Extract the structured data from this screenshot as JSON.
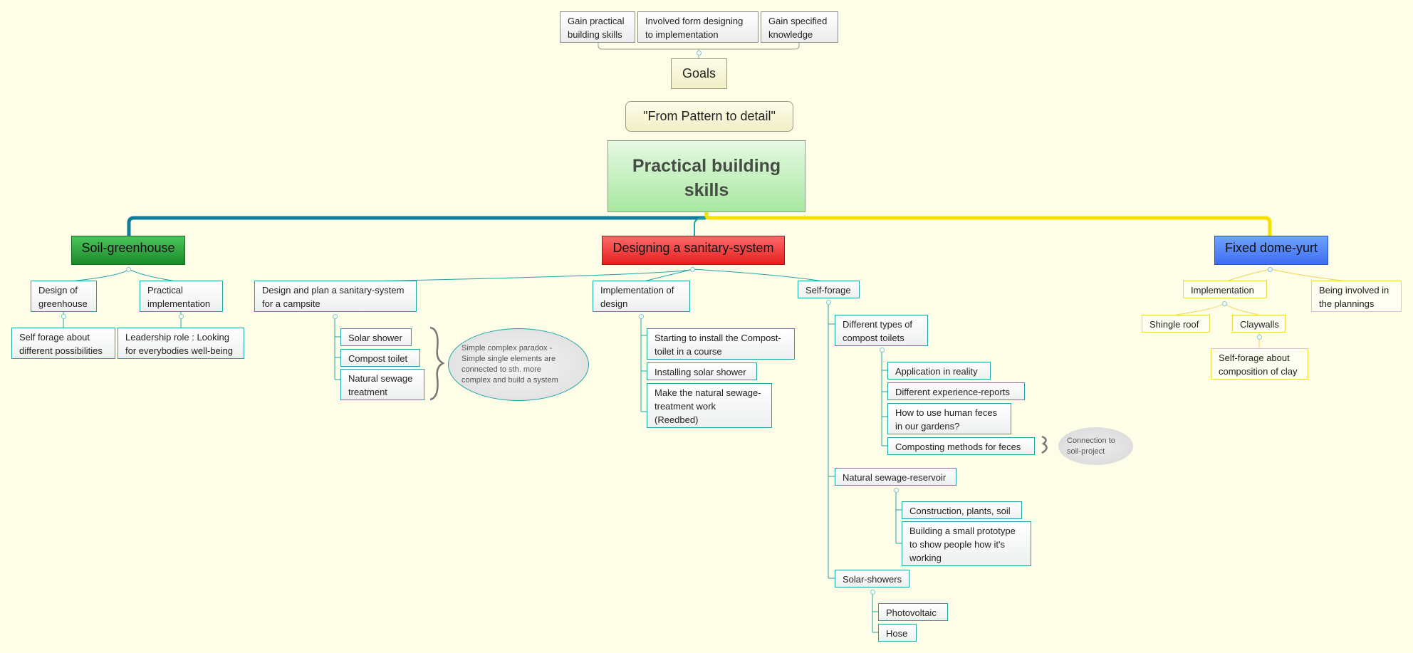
{
  "goals": {
    "items": [
      "Gain practical\nbuilding skills",
      "Involved form designing\nto implementation",
      "Gain specified\nknowledge"
    ],
    "label": "Goals"
  },
  "motto": "\"From Pattern to detail\"",
  "central": "Practical building skills",
  "colors": {
    "background": "#fdfde8",
    "teal": "#1fa5a5",
    "blue_line": "#0f7d9a",
    "yellow_line": "#f5e000",
    "green": "#1a8a2a",
    "red": "#e51f1f",
    "blue": "#3f6ef0"
  },
  "soil_greenhouse": {
    "title": "Soil-greenhouse",
    "design": "Design of\ngreenhouse",
    "design_child": "Self forage about\ndifferent possibilities",
    "practical": "Practical\nimplementation",
    "practical_child": "Leadership role : Looking\nfor everybodies well-being"
  },
  "sanitary": {
    "title": "Designing a sanitary-system",
    "plan": "Design and plan a sanitary-system\nfor a campsite",
    "plan_items": [
      "Solar shower",
      "Compost toilet",
      "Natural sewage\ntreatment"
    ],
    "paradox": "Simple complex paradox -\nSimple single elements are\nconnected to sth. more\ncomplex and build a system",
    "implementation": "Implementation of\ndesign",
    "impl_items": [
      "Starting to install the Compost-\ntoilet in a course",
      "Installing solar shower",
      "Make the natural sewage-\ntreatment work\n(Reedbed)"
    ],
    "self_forage": "Self-forage",
    "compost_types": "Different types of\ncompost toilets",
    "compost_items": [
      "Application in reality",
      "Different experience-reports",
      "How to use human feces\nin our gardens?",
      "Composting methods for feces"
    ],
    "connection": "Connection to\nsoil-project",
    "reservoir": "Natural sewage-reservoir",
    "reservoir_items": [
      "Construction, plants, soil",
      "Building a small prototype\nto show people how it's\nworking"
    ],
    "solar_showers": "Solar-showers",
    "solar_items": [
      "Photovoltaic",
      "Hose"
    ]
  },
  "dome_yurt": {
    "title": "Fixed dome-yurt",
    "implementation": "Implementation",
    "involved": "Being involved in\nthe plannings",
    "shingle": "Shingle roof",
    "claywalls": "Claywalls",
    "clay_child": "Self-forage about\ncomposition of clay"
  }
}
